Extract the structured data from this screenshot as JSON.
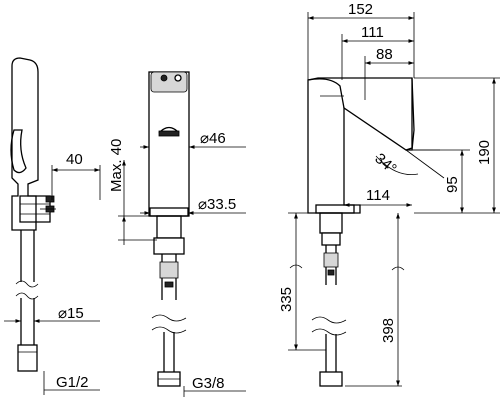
{
  "dimensions": {
    "width_total": "152",
    "width_mid": "111",
    "width_inner": "88",
    "height_total": "190",
    "spout_height": "95",
    "spout_reach": "114",
    "angle": "34°",
    "body_diameter": "⌀46",
    "base_diameter": "⌀33.5",
    "max_height": "Max. 40",
    "handle_reach": "40",
    "hose_diameter": "⌀15",
    "hose_thread": "G1/2",
    "tail_thread": "G3/8",
    "hose_length": "335",
    "overall_length": "398"
  }
}
